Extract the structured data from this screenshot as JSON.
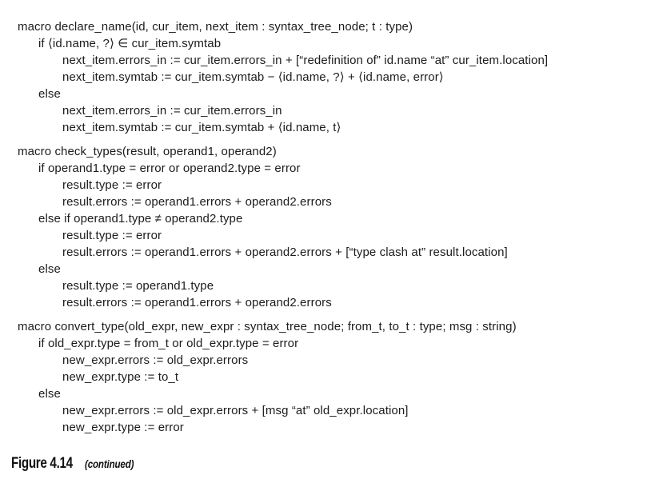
{
  "page": {
    "background_color": "#ffffff",
    "text_color": "#1c1c1c"
  },
  "figure": {
    "caption_label": "Figure 4.14",
    "caption_note": "(continued)"
  },
  "code": {
    "sections": [
      {
        "name": "macro declare_name",
        "lines": [
          {
            "indent": 0,
            "text": "macro declare_name(id, cur_item, next_item : syntax_tree_node; t : type)"
          },
          {
            "indent": 1,
            "text": "if ⟨id.name, ?⟩ ∈ cur_item.symtab"
          },
          {
            "indent": 2,
            "text": "next_item.errors_in := cur_item.errors_in + [“redefinition of” id.name “at” cur_item.location]"
          },
          {
            "indent": 2,
            "text": "next_item.symtab := cur_item.symtab − ⟨id.name, ?⟩ + ⟨id.name, error⟩"
          },
          {
            "indent": 1,
            "text": "else"
          },
          {
            "indent": 2,
            "text": "next_item.errors_in := cur_item.errors_in"
          },
          {
            "indent": 2,
            "text": "next_item.symtab := cur_item.symtab + ⟨id.name, t⟩"
          }
        ]
      },
      {
        "name": "macro check_types",
        "lines": [
          {
            "indent": 0,
            "text": "macro check_types(result, operand1, operand2)"
          },
          {
            "indent": 1,
            "text": "if operand1.type = error or operand2.type = error"
          },
          {
            "indent": 2,
            "text": "result.type := error"
          },
          {
            "indent": 2,
            "text": "result.errors := operand1.errors + operand2.errors"
          },
          {
            "indent": 1,
            "text": "else if operand1.type ≠ operand2.type"
          },
          {
            "indent": 2,
            "text": "result.type := error"
          },
          {
            "indent": 2,
            "text": "result.errors := operand1.errors + operand2.errors + [“type clash at” result.location]"
          },
          {
            "indent": 1,
            "text": "else"
          },
          {
            "indent": 2,
            "text": "result.type := operand1.type"
          },
          {
            "indent": 2,
            "text": "result.errors := operand1.errors + operand2.errors"
          }
        ]
      },
      {
        "name": "macro convert_type",
        "lines": [
          {
            "indent": 0,
            "text": "macro convert_type(old_expr, new_expr : syntax_tree_node; from_t, to_t : type; msg : string)"
          },
          {
            "indent": 1,
            "text": "if old_expr.type = from_t or old_expr.type = error"
          },
          {
            "indent": 2,
            "text": "new_expr.errors := old_expr.errors"
          },
          {
            "indent": 2,
            "text": "new_expr.type := to_t"
          },
          {
            "indent": 1,
            "text": "else"
          },
          {
            "indent": 2,
            "text": "new_expr.errors := old_expr.errors + [msg “at” old_expr.location]"
          },
          {
            "indent": 2,
            "text": "new_expr.type := error"
          }
        ]
      }
    ]
  }
}
